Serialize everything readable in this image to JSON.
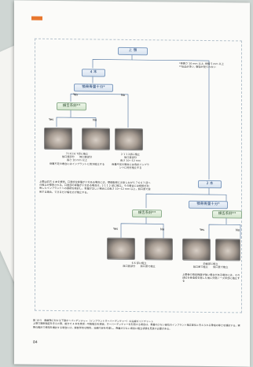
{
  "diagram": {
    "top": "上 顎",
    "note_top": "*骨高さ 10 mm 以上, 骨幅 5 mm 以上\n**出血が多い, 衰弱が見られない",
    "branch_4": "4 本",
    "bone_q": "顎骨骨量十分*",
    "yes": "Yes",
    "no": "No",
    "vital_q": "頬舌系好**",
    "text_76": "7と6と6 7部に植立\n無口蓋部分　　無口蓋部分\n長さ 10 mm 以上\n骨量不足の場合にはインプラントに他方植立する",
    "text_21": "2 1 1 2部に植立\n無口蓋部分\n長さ 10～12 mm\n骨量不足の場合には角状インプラントに他方植立する",
    "middle_text": "上顎は前方 4 本を推奨。口蓋部位骨量が十分ある場合には，頬側歯根に注意しながら 7 6 6 7 部への植立が推奨される。口蓋部の骨量が十分ある場合は，2 1 1 2 部に植立。その場合には傾斜を利用したインプラントへの接続を検討し，骨量が乏しい場合には長さ 10～12 mm 以上，無口蓋で使用する場合，できるだけ幅を広げ植立する。",
    "branch_2": "2 本",
    "bone_q2": "顎骨骨量十分*",
    "vital_q2": "頬舌系好**",
    "vital_q3": "頬舌系好**",
    "text_bl": "6 6 部に植立\n無口蓋部分　　無口蓋で植立",
    "text_br": "前歯部に植立\n無口蓋で植立　　無口蓋で植立",
    "text_side": "上顎骨の吸収程度が強い場合がある場合には，その部位を骨造成を施した後に外側ノーズ中部に植立する"
  },
  "caption": "図 10-5　無歯顎に対する下顎オーバーデンチャー（インプラントオーバーデンチャー）の治療ガイドチャート\n上顎で施術指定を考えた際，前方で 4 本を推奨・可能植立を想定。オーバーデンチャーを利用する場合は，骨量の少ない部位のインプラント植立部位と考えられる骨幅の厚さを検討する。実際の臨床で使用を検討する場合には，解剖学的な制約，治療内容を考慮し，骨量が少ない場合に植立状態を見直す必要がある。",
  "page_number": "84"
}
